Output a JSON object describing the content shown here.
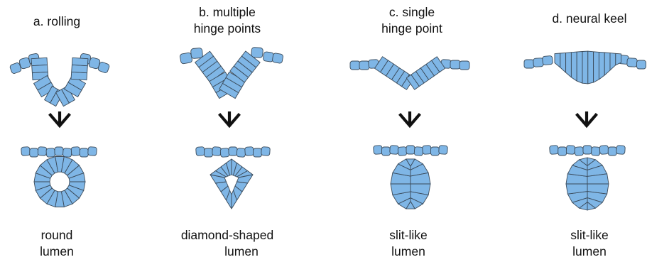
{
  "panels": [
    {
      "title_lines": [
        "a.  rolling"
      ],
      "outcome_lines": [
        "round",
        "lumen"
      ]
    },
    {
      "title_lines": [
        "b.  multiple",
        "hinge points"
      ],
      "outcome_lines": [
        "diamond-shaped",
        "lumen"
      ]
    },
    {
      "title_lines": [
        "c.  single",
        "hinge point"
      ],
      "outcome_lines": [
        "slit-like",
        "lumen"
      ]
    },
    {
      "title_lines": [
        "d.  neural keel"
      ],
      "outcome_lines": [
        "slit-like",
        "lumen"
      ]
    }
  ],
  "colors": {
    "cell_fill": "#7fb6e6",
    "cell_stroke": "#3a4a5a",
    "arrow": "#111111",
    "text": "#111111"
  },
  "icons": [
    "down-arrow-icon"
  ]
}
